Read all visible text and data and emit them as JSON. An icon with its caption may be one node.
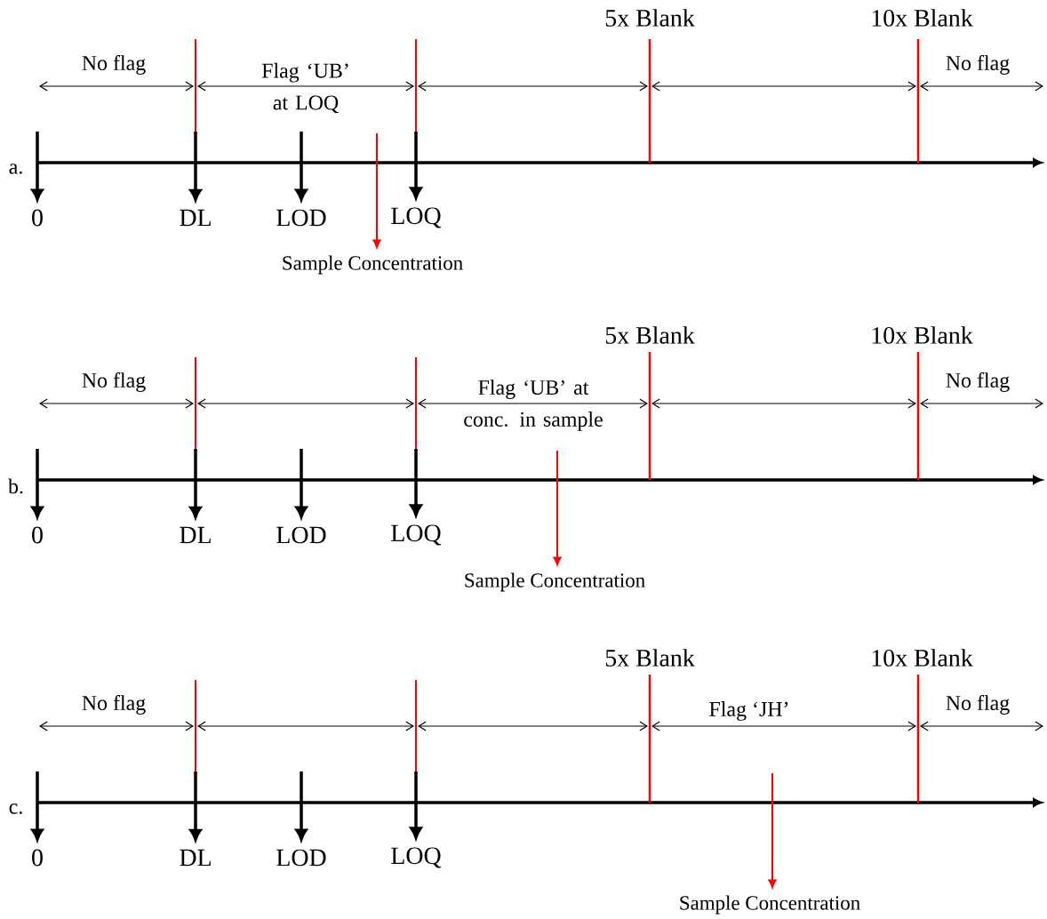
{
  "diagram": {
    "nodes": [
      {
        "text": [
          "0"
        ]
      },
      {
        "text": [
          "DL"
        ]
      },
      {
        "text": [
          "LOD"
        ]
      },
      {
        "text": [
          "LOQ"
        ]
      },
      {
        "text": [
          "Sample Concentration"
        ]
      },
      {
        "text": [
          "0"
        ]
      },
      {
        "text": [
          "DL"
        ]
      },
      {
        "text": [
          "LOD"
        ]
      },
      {
        "text": [
          "LOQ"
        ]
      },
      {
        "text": [
          "Sample Concentration"
        ]
      },
      {
        "text": [
          "0"
        ]
      },
      {
        "text": [
          "DL"
        ]
      },
      {
        "text": [
          "LOD"
        ]
      },
      {
        "text": [
          "LOQ"
        ]
      },
      {
        "text": [
          "Sample Concentration"
        ]
      }
    ],
    "edges": [
      {
        "from": null,
        "to": 0,
        "arrow": "to"
      },
      {
        "from": null,
        "to": 1,
        "arrow": "to"
      },
      {
        "from": null,
        "to": 2,
        "arrow": "to"
      },
      {
        "from": null,
        "to": 3,
        "arrow": "to"
      },
      {
        "from": null,
        "to": 4,
        "arrow": "to",
        "color": "#ff0000"
      },
      {
        "from": null,
        "to": 5,
        "arrow": "to"
      },
      {
        "from": null,
        "to": 6,
        "arrow": "to"
      },
      {
        "from": null,
        "to": 7,
        "arrow": "to"
      },
      {
        "from": null,
        "to": 8,
        "arrow": "to"
      },
      {
        "from": null,
        "to": 9,
        "arrow": "to",
        "color": "#ff0000"
      },
      {
        "from": null,
        "to": 10,
        "arrow": "to"
      },
      {
        "from": null,
        "to": 11,
        "arrow": "to"
      },
      {
        "from": null,
        "to": 12,
        "arrow": "to"
      },
      {
        "from": null,
        "to": 13,
        "arrow": "to"
      },
      {
        "from": null,
        "to": 14,
        "arrow": "to",
        "color": "#ff0000"
      }
    ],
    "labels": [
      "a.",
      "5x Blank",
      "10x Blank",
      "No flag",
      "Flag ‘UB’ at LOQ",
      "No flag",
      "b.",
      "5x Blank",
      "10x Blank",
      "No flag",
      "Flag ‘UB’ at conc. in sample",
      "No flag",
      "c.",
      "5x Blank",
      "10x Blank",
      "No flag",
      "Flag ‘JH’",
      "No flag"
    ]
  }
}
